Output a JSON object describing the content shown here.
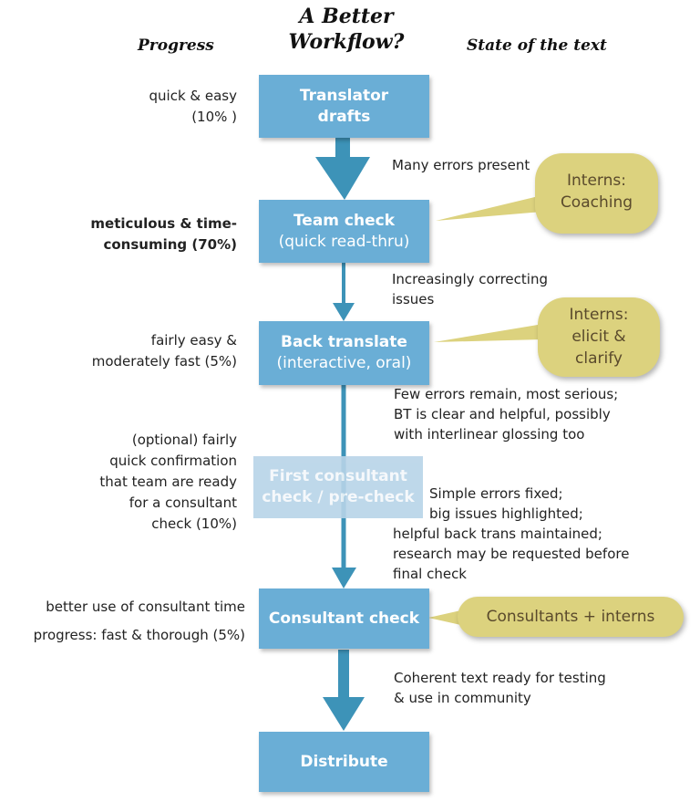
{
  "header": {
    "title_line1": "A Better",
    "title_line2": "Workflow?",
    "left_column": "Progress",
    "right_column": "State of the text"
  },
  "steps": [
    {
      "line1": "Translator",
      "line2": "drafts"
    },
    {
      "line1": "Team check",
      "line2": "(quick read-thru)"
    },
    {
      "line1": "Back translate",
      "line2": "(interactive, oral)"
    },
    {
      "line1": "First consultant",
      "line2": "check / pre-check"
    },
    {
      "line1": "Consultant check"
    },
    {
      "line1": "Distribute"
    }
  ],
  "progress_notes": [
    {
      "lines": [
        "quick & easy",
        "(10% )"
      ]
    },
    {
      "lines": [
        "meticulous & time-",
        "consuming (70%)"
      ]
    },
    {
      "lines": [
        "fairly easy &",
        "moderately fast (5%)"
      ]
    },
    {
      "lines": [
        "(optional) fairly",
        "quick confirmation",
        "that team are ready",
        "for a consultant",
        "check (10%)"
      ]
    },
    {
      "lines": [
        "better use of consultant time",
        "progress: fast & thorough (5%)"
      ]
    }
  ],
  "state_notes": [
    {
      "lines": [
        "Many errors present"
      ]
    },
    {
      "lines": [
        "Increasingly correcting",
        "issues"
      ]
    },
    {
      "lines": [
        "Few errors remain, most serious;",
        "BT is clear and helpful, possibly",
        "with interlinear glossing too"
      ]
    },
    {
      "lines": [
        "Simple errors fixed;",
        "big issues highlighted;",
        "helpful back trans maintained;",
        "research may be requested before",
        "final check"
      ]
    },
    {
      "lines": [
        "Coherent text ready for testing",
        "& use in community"
      ]
    }
  ],
  "callouts": [
    {
      "lines": [
        "Interns:",
        "Coaching"
      ]
    },
    {
      "lines": [
        "Interns:",
        "elicit &",
        "clarify"
      ]
    },
    {
      "lines": [
        "Consultants + interns"
      ]
    }
  ],
  "colors": {
    "box": "#6aaed6",
    "box_faded": "#b8d4e8",
    "arrow": "#3d93b8",
    "callout_fill": "#dcd27e",
    "callout_text": "#5a4a2c"
  }
}
